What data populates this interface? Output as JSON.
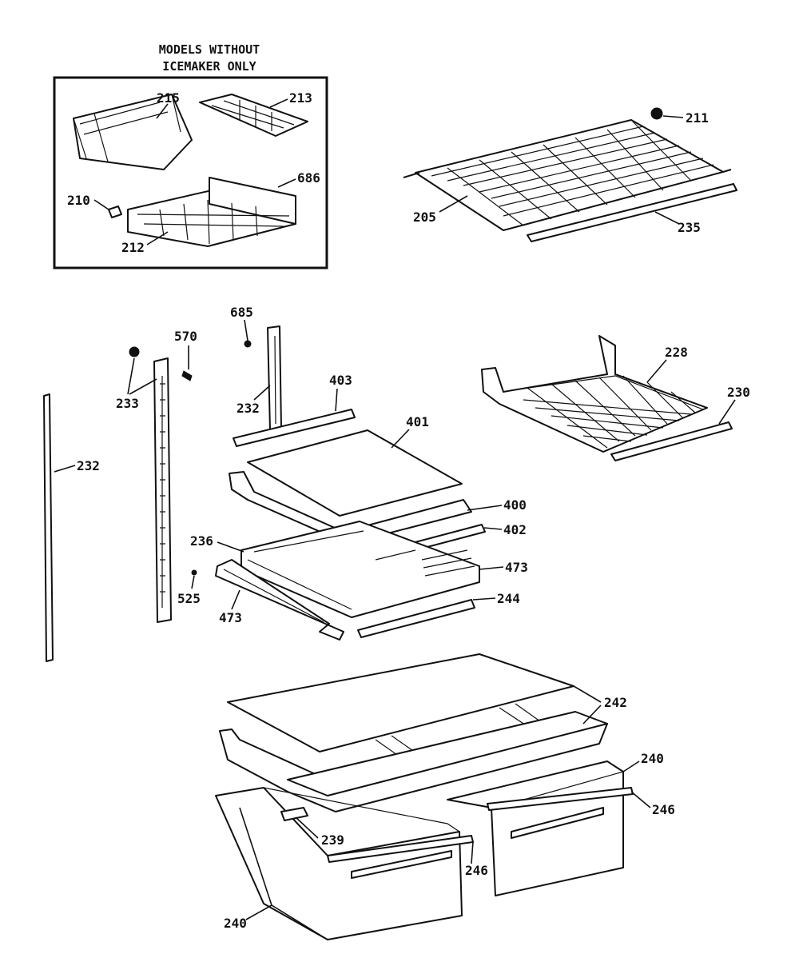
{
  "inset": {
    "title_line1": "MODELS WITHOUT",
    "title_line2": "ICEMAKER ONLY"
  },
  "labels": {
    "p215": "215",
    "p213": "213",
    "p686": "686",
    "p210": "210",
    "p212": "212",
    "p211": "211",
    "p205": "205",
    "p235a": "235",
    "p685": "685",
    "p570": "570",
    "p233": "233",
    "p232a": "232",
    "p232b": "232",
    "p403": "403",
    "p401": "401",
    "p228": "228",
    "p230": "230",
    "p400": "400",
    "p402": "402",
    "p236": "236",
    "p473a": "473",
    "p525": "525",
    "p473b": "473",
    "p244": "244",
    "p242": "242",
    "p240a": "240",
    "p246a": "246",
    "p239": "239",
    "p246b": "246",
    "p240b": "240"
  }
}
